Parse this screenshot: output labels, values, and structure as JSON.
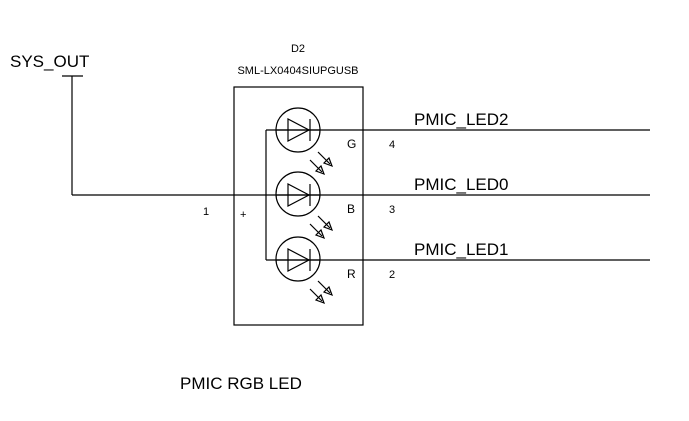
{
  "power_net": {
    "label": "SYS_OUT"
  },
  "component": {
    "refdes": "D2",
    "part_number": "SML-LX0404SIUPGUSB",
    "common_pin": {
      "number": "1",
      "polarity": "+"
    },
    "channels": [
      {
        "pin_name": "G",
        "pin_number": "4",
        "net": "PMIC_LED2"
      },
      {
        "pin_name": "B",
        "pin_number": "3",
        "net": "PMIC_LED0"
      },
      {
        "pin_name": "R",
        "pin_number": "2",
        "net": "PMIC_LED1"
      }
    ]
  },
  "caption": "PMIC RGB LED",
  "colors": {
    "ink": "#000000",
    "background": "#ffffff"
  }
}
